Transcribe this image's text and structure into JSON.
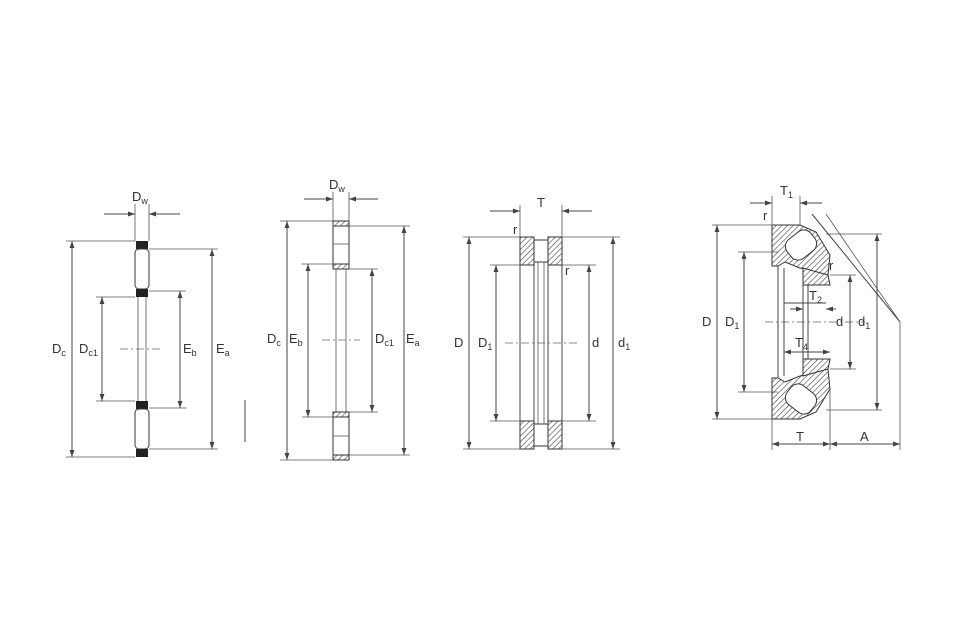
{
  "drawings": [
    {
      "id": "axial-needle-cage",
      "labels": {
        "Dw": "D",
        "Dw_sub": "w",
        "Dc": "D",
        "Dc_sub": "c",
        "Dc1": "D",
        "Dc1_sub": "c1",
        "Eb": "E",
        "Eb_sub": "b",
        "Ea": "E",
        "Ea_sub": "a"
      }
    },
    {
      "id": "axial-cylindrical-roller-cage",
      "labels": {
        "Dw": "D",
        "Dw_sub": "w",
        "Dc": "D",
        "Dc_sub": "c",
        "Eb": "E",
        "Eb_sub": "b",
        "Dc1": "D",
        "Dc1_sub": "c1",
        "Ea": "E",
        "Ea_sub": "a"
      }
    },
    {
      "id": "axial-cylindrical-roller-bearing",
      "labels": {
        "T": "T",
        "r_top": "r",
        "r_inner": "r",
        "D": "D",
        "D1": "D",
        "D1_sub": "1",
        "d": "d",
        "d1": "d",
        "d1_sub": "1"
      }
    },
    {
      "id": "axial-spherical-roller-bearing",
      "labels": {
        "T1": "T",
        "T1_sub": "1",
        "r_top": "r",
        "r_inner": "r",
        "D": "D",
        "D1": "D",
        "D1_sub": "1",
        "T2": "T",
        "T2_sub": "2",
        "d": "d",
        "d1": "d",
        "d1_sub": "1",
        "T4": "T",
        "T4_sub": "4",
        "T": "T",
        "A": "A"
      }
    }
  ]
}
